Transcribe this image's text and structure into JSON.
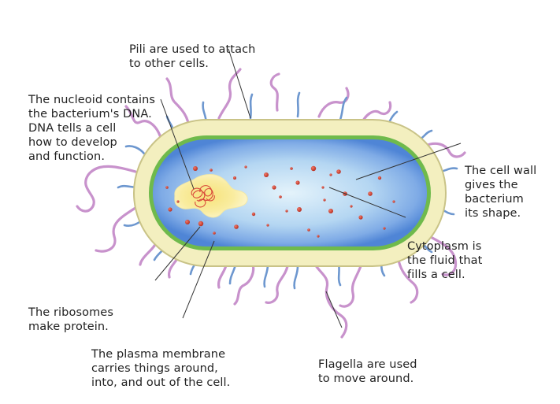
{
  "labels": {
    "pili": [
      "Pili are used to attach",
      "to other cells."
    ],
    "nucleoid": [
      "The nucleoid contains",
      "the bacterium's DNA.",
      "DNA tells a cell",
      "how to develop",
      "and function."
    ],
    "cell_wall": [
      "The cell wall",
      "gives the",
      "bacterium",
      "its shape."
    ],
    "cytoplasm": [
      "Cytoplasm is",
      "the fluid that",
      "fills a cell."
    ],
    "ribosomes": [
      "The ribosomes",
      "make protein."
    ],
    "plasma_membrane": [
      "The plasma membrane",
      "carries things around,",
      "into, and out of the cell."
    ],
    "flagella": [
      "Flagella are used",
      "to move around."
    ]
  },
  "colors": {
    "cell_wall": "#f3efbf",
    "cell_wall_edge": "#c9c387",
    "membrane": "#6fba4c",
    "cytoplasm_edge": "#4f85d6",
    "cytoplasm_center": "#e3f3fb",
    "pili": "#6d97cf",
    "flagella": "#c892cc",
    "ribosome": "#c93a2a",
    "nucleoid": "#f3e27a",
    "dna": "#d9473a",
    "leader": "#333333"
  }
}
